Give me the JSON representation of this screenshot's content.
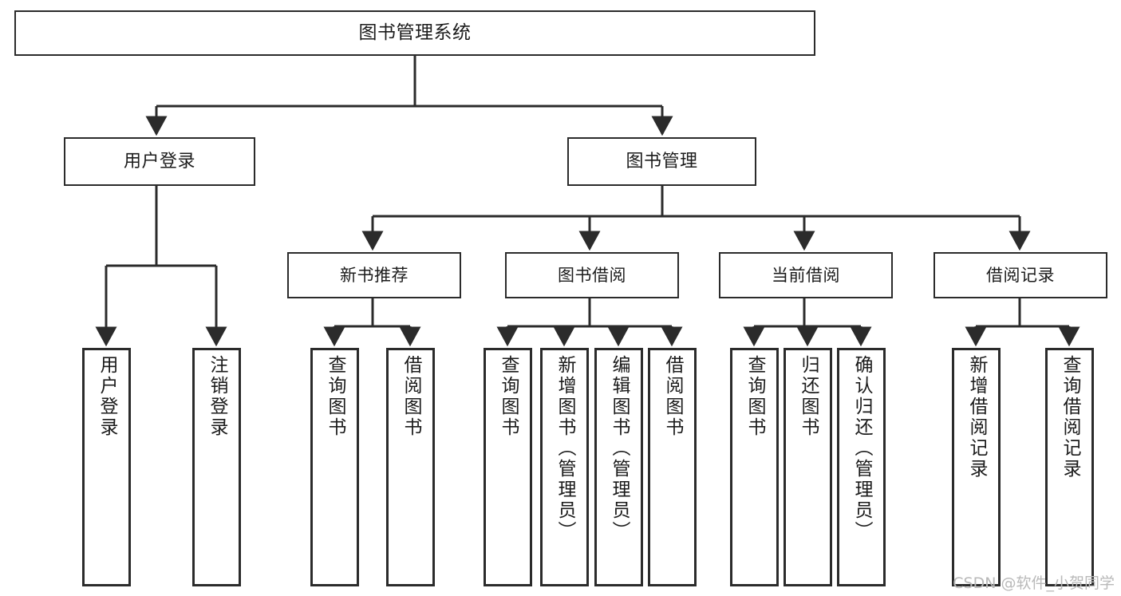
{
  "diagram": {
    "title": "图书管理系统",
    "type": "tree-hierarchy",
    "root": {
      "id": "root",
      "label": "图书管理系统"
    },
    "level2": [
      {
        "id": "user-login",
        "label": "用户登录"
      },
      {
        "id": "book-manage",
        "label": "图书管理"
      }
    ],
    "level3": [
      {
        "id": "new-book-recommend",
        "label": "新书推荐",
        "parent": "book-manage"
      },
      {
        "id": "book-borrow",
        "label": "图书借阅",
        "parent": "book-manage"
      },
      {
        "id": "current-borrow",
        "label": "当前借阅",
        "parent": "book-manage"
      },
      {
        "id": "borrow-record",
        "label": "借阅记录",
        "parent": "book-manage"
      }
    ],
    "leaves": [
      {
        "id": "leaf-user-login",
        "label": "用户登录",
        "parent": "user-login"
      },
      {
        "id": "leaf-logout-login",
        "label": "注销登录",
        "parent": "user-login"
      },
      {
        "id": "leaf-query-book-1",
        "label": "查询图书",
        "parent": "new-book-recommend"
      },
      {
        "id": "leaf-borrow-book-1",
        "label": "借阅图书",
        "parent": "new-book-recommend"
      },
      {
        "id": "leaf-query-book-2",
        "label": "查询图书",
        "parent": "book-borrow"
      },
      {
        "id": "leaf-add-book",
        "label": "新增图书（管理员）",
        "parent": "book-borrow"
      },
      {
        "id": "leaf-edit-book",
        "label": "编辑图书（管理员）",
        "parent": "book-borrow"
      },
      {
        "id": "leaf-borrow-book-2",
        "label": "借阅图书",
        "parent": "book-borrow"
      },
      {
        "id": "leaf-query-book-3",
        "label": "查询图书",
        "parent": "current-borrow"
      },
      {
        "id": "leaf-return-book",
        "label": "归还图书",
        "parent": "current-borrow"
      },
      {
        "id": "leaf-confirm-return",
        "label": "确认归还（管理员）",
        "parent": "current-borrow"
      },
      {
        "id": "leaf-add-record",
        "label": "新增借阅记录",
        "parent": "borrow-record"
      },
      {
        "id": "leaf-query-record",
        "label": "查询借阅记录",
        "parent": "borrow-record"
      }
    ],
    "colors": {
      "stroke": "#2b2b2b",
      "fill": "#ffffff",
      "text": "#1b1b1b",
      "watermark": "#b9b9b9"
    }
  },
  "watermark": {
    "text": "CSDN @软件_小贺同学"
  }
}
